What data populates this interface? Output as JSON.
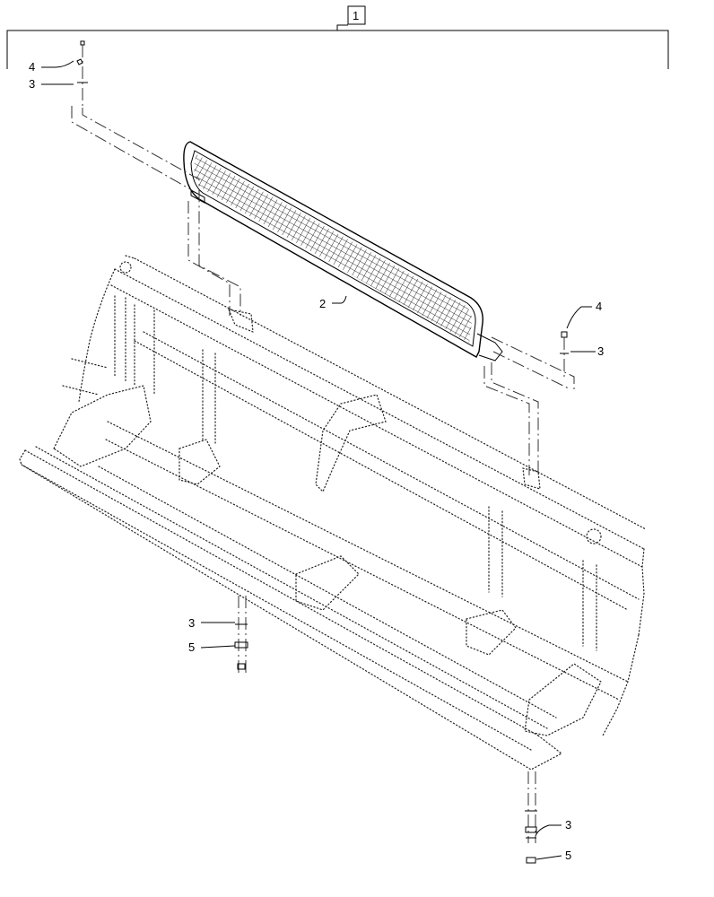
{
  "diagram": {
    "assembly_label": "1",
    "callouts": [
      {
        "id": "c4-top",
        "text": "4"
      },
      {
        "id": "c3-top",
        "text": "3"
      },
      {
        "id": "c2",
        "text": "2"
      },
      {
        "id": "c4-right",
        "text": "4"
      },
      {
        "id": "c3-right",
        "text": "3"
      },
      {
        "id": "c3-mid",
        "text": "3"
      },
      {
        "id": "c5-mid",
        "text": "5"
      },
      {
        "id": "c3-bottom",
        "text": "3"
      },
      {
        "id": "c5-bottom",
        "text": "5"
      }
    ]
  }
}
